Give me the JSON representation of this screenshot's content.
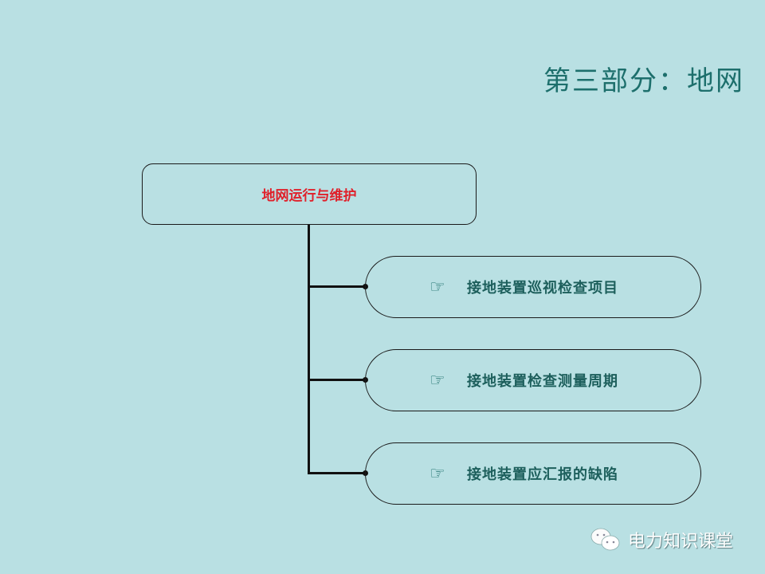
{
  "slide": {
    "title": "第三部分：地网",
    "root": {
      "label": "地网运行与维护"
    },
    "children": [
      {
        "icon": "☞",
        "label": "接地装置巡视检查项目"
      },
      {
        "icon": "☞",
        "label": "接地装置检查测量周期"
      },
      {
        "icon": "☞",
        "label": "接地装置应汇报的缺陷"
      }
    ]
  },
  "watermark": {
    "label": "电力知识课堂"
  },
  "colors": {
    "background": "#b9e0e3",
    "title": "#1d6f6c",
    "root_label": "#e0202a",
    "child_label": "#1d5f5c"
  }
}
